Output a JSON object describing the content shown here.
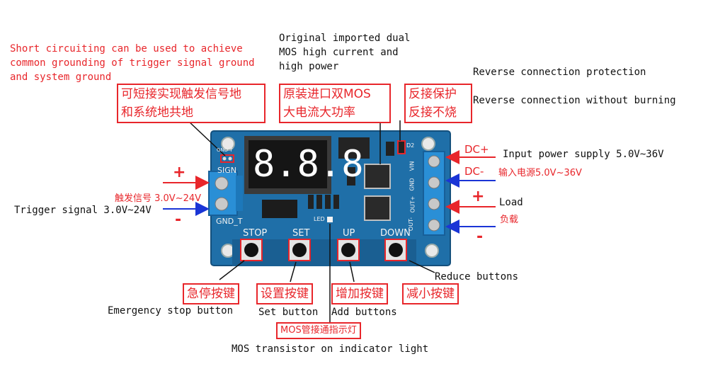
{
  "annotations": {
    "short_circuit_en": [
      "Short circuiting can be used to achieve",
      "common grounding of trigger signal ground",
      "and system ground"
    ],
    "short_circuit_cn": [
      "可短接实现触发信号地",
      "和系统地共地"
    ],
    "mos_en": [
      "Original imported dual",
      "MOS high current and",
      "high power"
    ],
    "mos_cn": [
      "原装进口双MOS",
      "大电流大功率"
    ],
    "reverse_protection_en": "Reverse connection protection",
    "reverse_without_burning_en": "Reverse connection without burning",
    "reverse_cn": [
      "反接保护",
      "反接不烧"
    ],
    "dc_plus": "DC+",
    "dc_minus": "DC-",
    "input_power_en": "Input power supply 5.0V~36V",
    "input_power_cn": "输入电源5.0V~36V",
    "load_sign": "+",
    "load_en": "Load",
    "load_cn": "负载",
    "load_minus": "-",
    "trigger_plus": "+",
    "trigger_minus": "-",
    "trigger_cn": "触发信号 3.0V~24V",
    "trigger_en": "Trigger signal 3.0V~24V",
    "reduce_en": "Reduce buttons",
    "stop_cn": "急停按键",
    "set_cn": "设置按键",
    "add_cn": "增加按键",
    "reduce_cn": "减小按键",
    "stop_en": "Emergency stop button",
    "set_en": "Set button",
    "add_en": "Add buttons",
    "mos_led_cn": "MOS管接通指示灯",
    "mos_led_en": "MOS transistor on indicator light"
  },
  "board": {
    "display": "8.8.8",
    "silk_sign": "SIGN",
    "silk_gnd_t": "GND_T",
    "silk_gnd_t_top": "GND T",
    "silk_led": "LED",
    "silk_d2": "D2",
    "silk_vin": "VIN",
    "silk_gnd": "GND",
    "silk_outp": "OUT+",
    "silk_outm": "OUT-",
    "buttons": [
      "STOP",
      "SET",
      "UP",
      "DOWN"
    ]
  },
  "colors": {
    "accent": "#e8262b",
    "pcb": "#1f6fa8",
    "terminal": "#2a8fd6",
    "arrow_blue": "#1a35d6"
  }
}
